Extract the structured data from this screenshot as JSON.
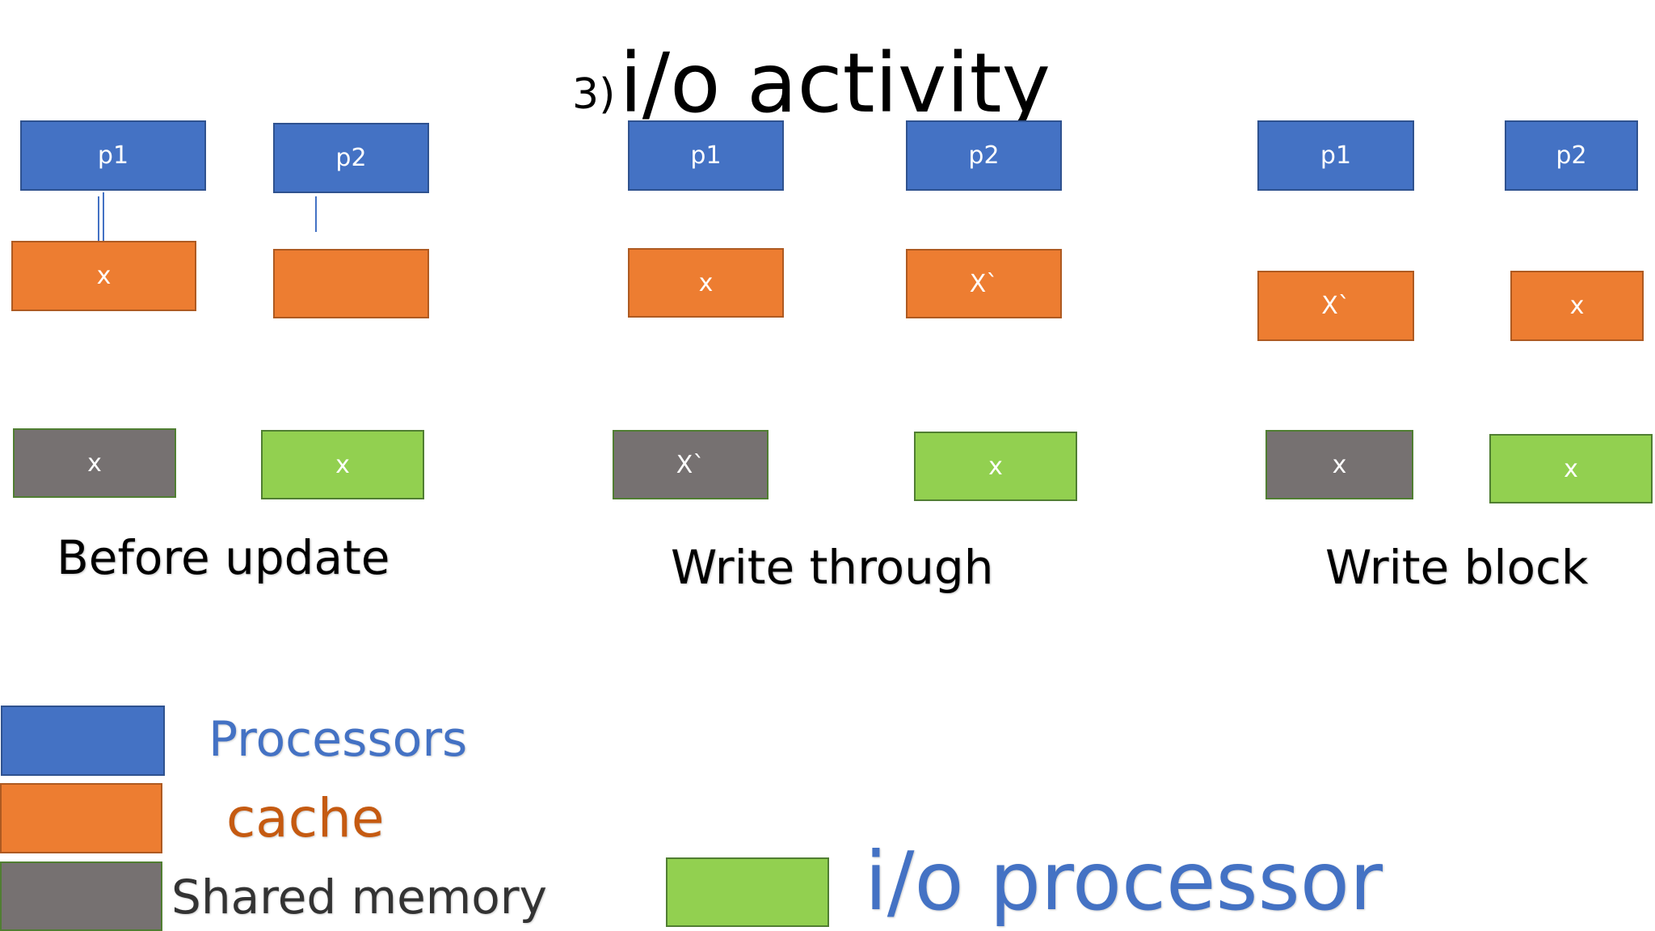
{
  "title": {
    "number": "3)",
    "text": "i/o activity"
  },
  "panels": [
    {
      "caption": "Before update",
      "p1": "p1",
      "p2": "p2",
      "cache1": "x",
      "cache2": "",
      "memory": "x",
      "io": "x"
    },
    {
      "caption": "Write through",
      "p1": "p1",
      "p2": "p2",
      "cache1": "x",
      "cache2": "X`",
      "memory": "X`",
      "io": "x"
    },
    {
      "caption": "Write block",
      "p1": "p1",
      "p2": "p2",
      "cache1": "X`",
      "cache2": "x",
      "memory": "x",
      "io": "x"
    }
  ],
  "legend": {
    "processors": "Processors",
    "cache": "cache",
    "shared_memory": "Shared memory",
    "io_processor": "i/o processor"
  },
  "colors": {
    "processor": "#4472c4",
    "cache": "#ed7d31",
    "shared_memory": "#767171",
    "io_processor": "#92d050",
    "processors_label": "#4472c4",
    "cache_label": "#c55a11"
  }
}
